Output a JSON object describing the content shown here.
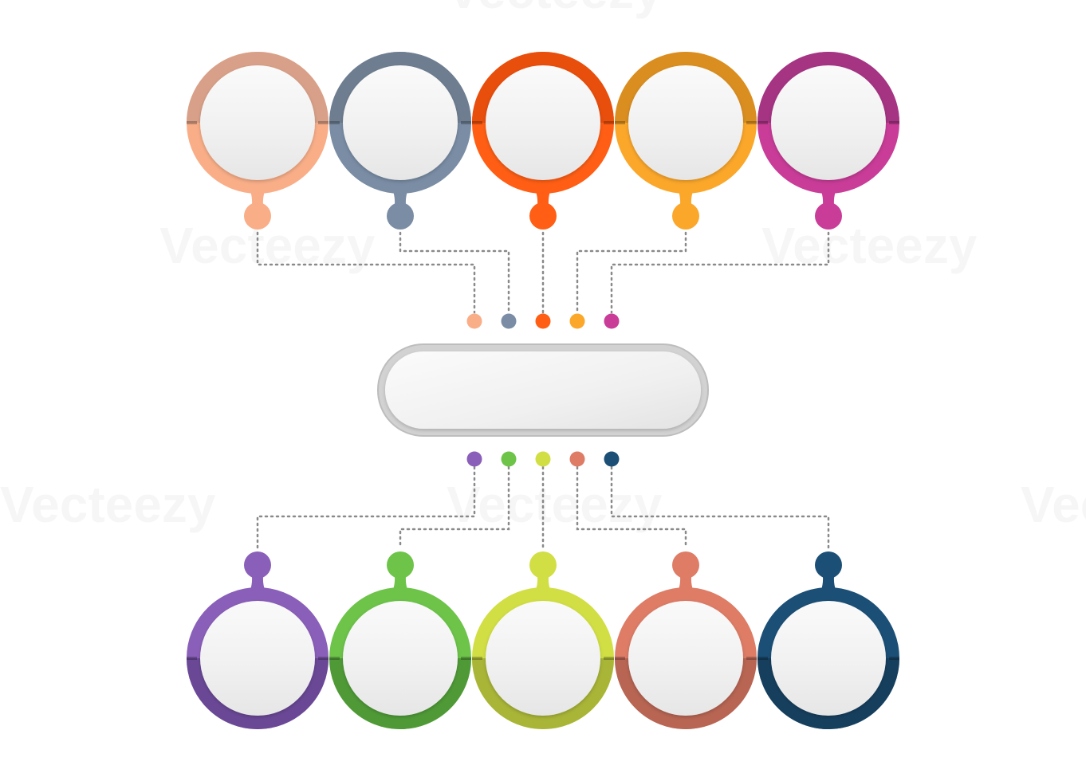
{
  "watermark": {
    "text": "Vecteezy"
  },
  "center_box": {
    "label": ""
  },
  "top_nodes": [
    {
      "id": "t1",
      "label": "",
      "color": "#F9AE88",
      "ring_dark": "#D8A088"
    },
    {
      "id": "t2",
      "label": "",
      "color": "#7A8DA5",
      "ring_dark": "#6E7D90"
    },
    {
      "id": "t3",
      "label": "",
      "color": "#FF5E14",
      "ring_dark": "#E84E0C"
    },
    {
      "id": "t4",
      "label": "",
      "color": "#FBA72A",
      "ring_dark": "#DA8E20"
    },
    {
      "id": "t5",
      "label": "",
      "color": "#C93C98",
      "ring_dark": "#A53483"
    }
  ],
  "bottom_nodes": [
    {
      "id": "b1",
      "label": "",
      "color": "#8A5FB9",
      "ring_dark": "#6A4896"
    },
    {
      "id": "b2",
      "label": "",
      "color": "#6DC449",
      "ring_dark": "#4F9A37"
    },
    {
      "id": "b3",
      "label": "",
      "color": "#D1DF44",
      "ring_dark": "#A9B537"
    },
    {
      "id": "b4",
      "label": "",
      "color": "#DE7C66",
      "ring_dark": "#B86553"
    },
    {
      "id": "b5",
      "label": "",
      "color": "#1B4F76",
      "ring_dark": "#163F5E"
    }
  ]
}
